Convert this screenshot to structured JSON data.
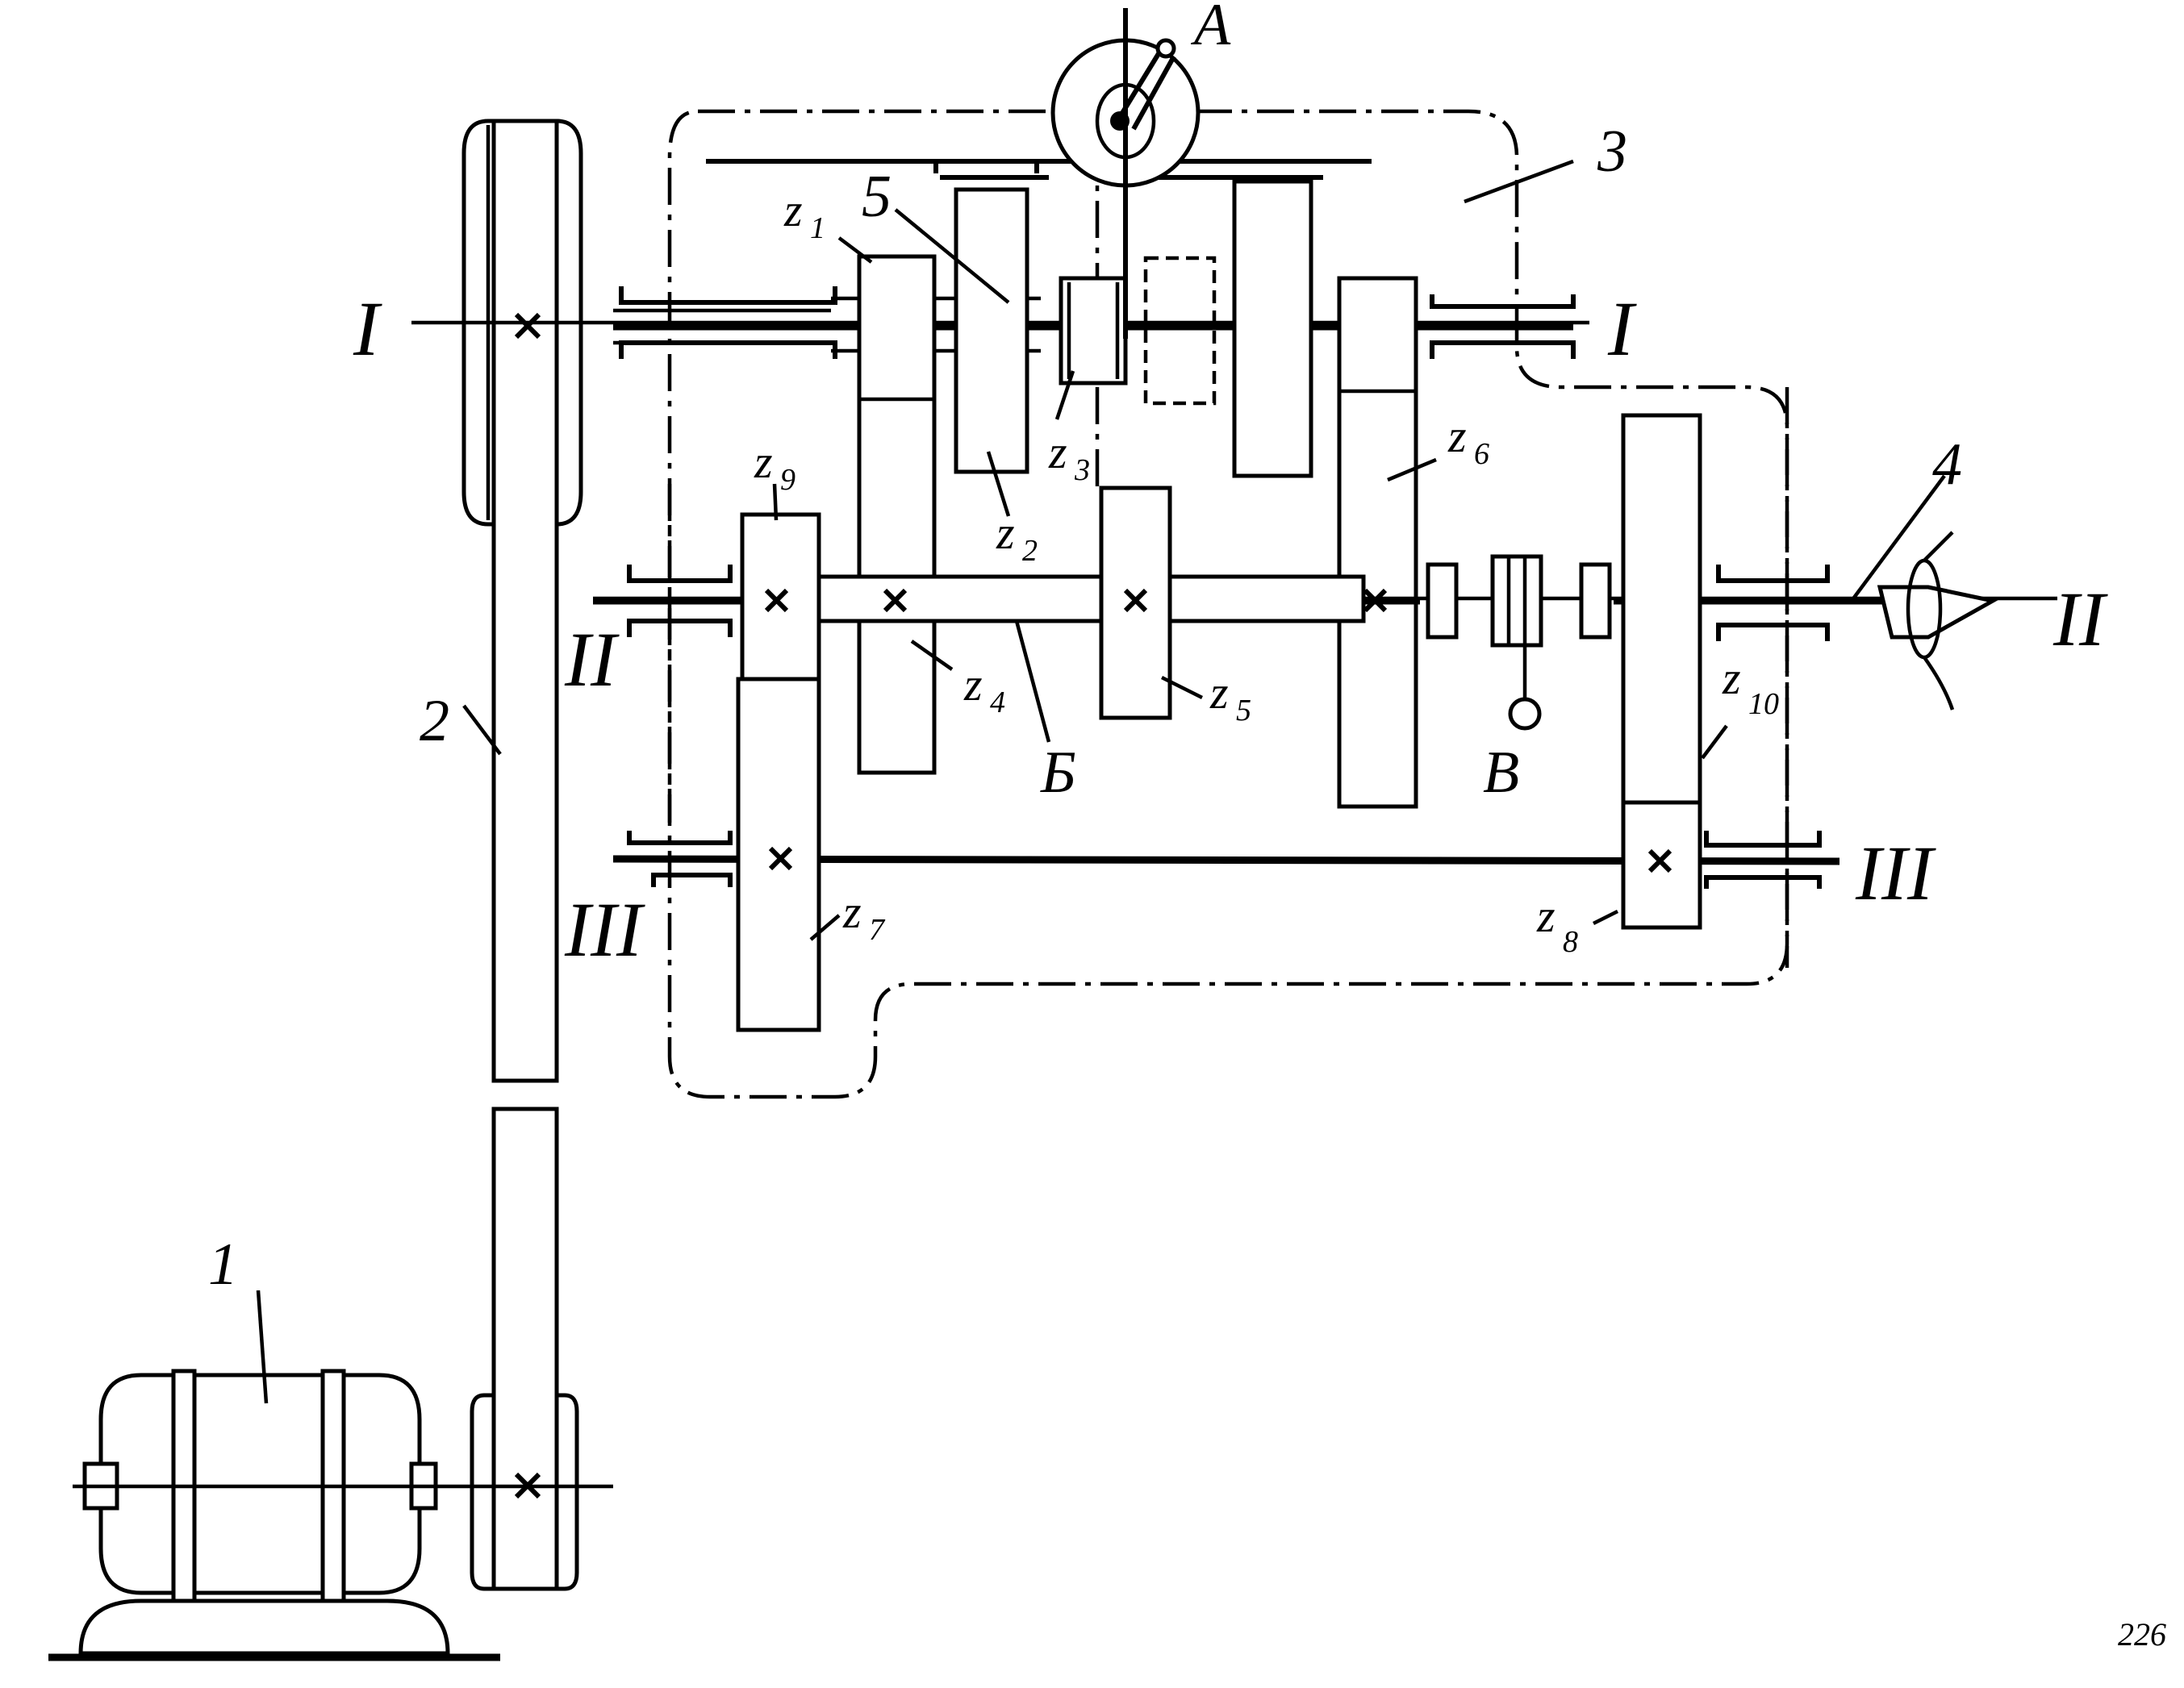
{
  "shaft_labels": {
    "I_left": "I",
    "I_right": "I",
    "II_left": "II",
    "II_right": "II",
    "III_left": "III",
    "III_right": "III"
  },
  "gear_labels": [
    {
      "id": "z1",
      "base": "z",
      "sub": "1"
    },
    {
      "id": "z2",
      "base": "z",
      "sub": "2"
    },
    {
      "id": "z3",
      "base": "z",
      "sub": "3"
    },
    {
      "id": "z4",
      "base": "z",
      "sub": "4"
    },
    {
      "id": "z5",
      "base": "z",
      "sub": "5"
    },
    {
      "id": "z6",
      "base": "z",
      "sub": "6"
    },
    {
      "id": "z7",
      "base": "z",
      "sub": "7"
    },
    {
      "id": "z8",
      "base": "z",
      "sub": "8"
    },
    {
      "id": "z9",
      "base": "z",
      "sub": "9"
    },
    {
      "id": "z10",
      "base": "z",
      "sub": "10"
    }
  ],
  "part_labels": {
    "p1": "1",
    "p2": "2",
    "p3": "3",
    "p4": "4",
    "p5": "5",
    "A": "A",
    "B": "Б",
    "V": "В"
  },
  "page_number": "226"
}
